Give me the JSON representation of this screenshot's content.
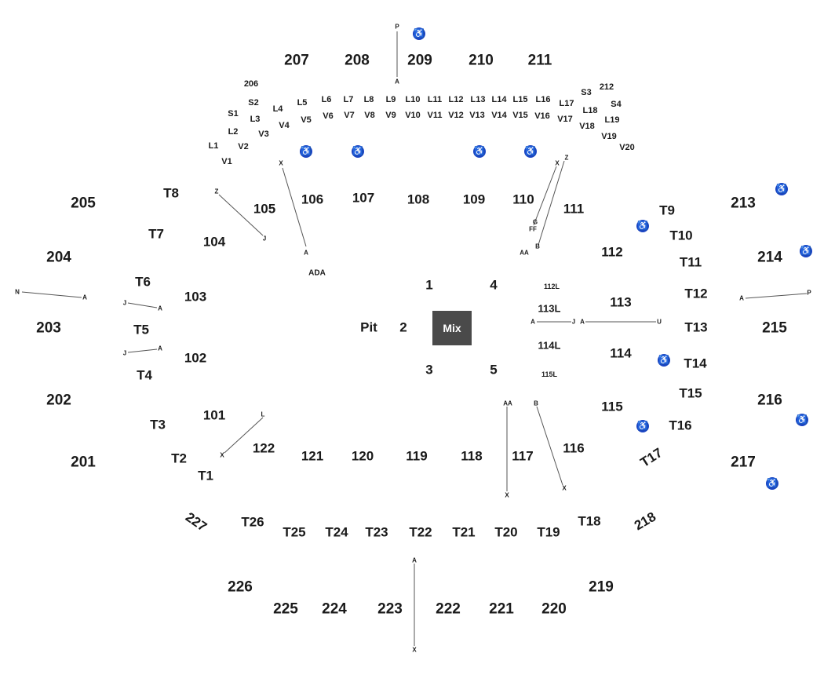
{
  "colors": {
    "accessible": "#1a44c2",
    "mix_box": "#4a4a4a",
    "label": "#1a1a1a"
  },
  "upper_sections": {
    "s207": "207",
    "s208": "208",
    "s209": "209",
    "s210": "210",
    "s211": "211",
    "s205": "205",
    "s204": "204",
    "s203": "203",
    "s202": "202",
    "s201": "201",
    "s213": "213",
    "s214": "214",
    "s215": "215",
    "s216": "216",
    "s217": "217",
    "s226": "226",
    "s225": "225",
    "s224": "224",
    "s223": "223",
    "s222": "222",
    "s221": "221",
    "s220": "220",
    "s219": "219",
    "s227": "227",
    "s218": "218"
  },
  "small_upper": {
    "s206": "206",
    "s212": "212"
  },
  "loge_rows": {
    "S1": "S1",
    "S2": "S2",
    "S3": "S3",
    "S4": "S4",
    "L1": "L1",
    "L2": "L2",
    "L3": "L3",
    "L4": "L4",
    "L5": "L5",
    "L6": "L6",
    "L7": "L7",
    "L8": "L8",
    "L9": "L9",
    "L10": "L10",
    "L11": "L11",
    "L12": "L12",
    "L13": "L13",
    "L14": "L14",
    "L15": "L15",
    "L16": "L16",
    "L17": "L17",
    "L18": "L18",
    "L19": "L19",
    "V1": "V1",
    "V2": "V2",
    "V3": "V3",
    "V4": "V4",
    "V5": "V5",
    "V6": "V6",
    "V7": "V7",
    "V8": "V8",
    "V9": "V9",
    "V10": "V10",
    "V11": "V11",
    "V12": "V12",
    "V13": "V13",
    "V14": "V14",
    "V15": "V15",
    "V16": "V16",
    "V17": "V17",
    "V18": "V18",
    "V19": "V19",
    "V20": "V20"
  },
  "lower_sections": {
    "s101": "101",
    "s102": "102",
    "s103": "103",
    "s104": "104",
    "s105": "105",
    "s106": "106",
    "s107": "107",
    "s108": "108",
    "s109": "109",
    "s110": "110",
    "s111": "111",
    "s112": "112",
    "s113": "113",
    "s114": "114",
    "s115": "115",
    "s116": "116",
    "s117": "117",
    "s118": "118",
    "s119": "119",
    "s120": "120",
    "s121": "121",
    "s122": "122"
  },
  "tables": {
    "T1": "T1",
    "T2": "T2",
    "T3": "T3",
    "T4": "T4",
    "T5": "T5",
    "T6": "T6",
    "T7": "T7",
    "T8": "T8",
    "T9": "T9",
    "T10": "T10",
    "T11": "T11",
    "T12": "T12",
    "T13": "T13",
    "T14": "T14",
    "T15": "T15",
    "T16": "T16",
    "T17": "T17",
    "T18": "T18",
    "T19": "T19",
    "T20": "T20",
    "T21": "T21",
    "T22": "T22",
    "T23": "T23",
    "T24": "T24",
    "T25": "T25",
    "T26": "T26"
  },
  "floor": {
    "pit": "Pit",
    "f1": "1",
    "f2": "2",
    "f3": "3",
    "f4": "4",
    "f5": "5",
    "mix": "Mix",
    "l112": "112L",
    "l113": "113L",
    "l114": "114L",
    "l115": "115L",
    "ada": "ADA"
  },
  "row_markers": {
    "P": "P",
    "A": "A",
    "X": "X",
    "Z": "Z",
    "J": "J",
    "N": "N",
    "G": "G",
    "FF": "FF",
    "AA": "AA",
    "B": "B",
    "U": "U",
    "L": "L"
  },
  "ada_symbol": "♿"
}
